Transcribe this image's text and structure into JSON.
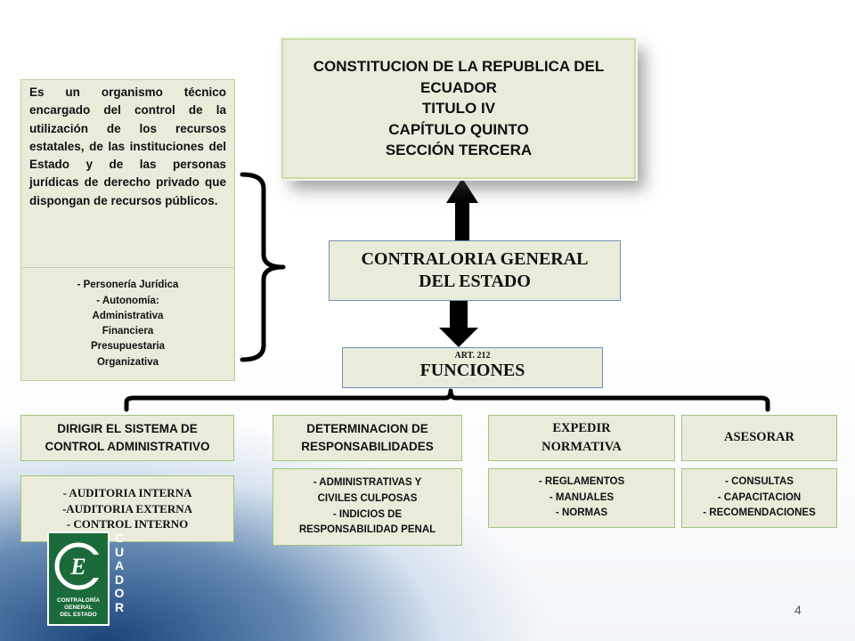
{
  "constitucion": {
    "lines": [
      "CONSTITUCION DE LA REPUBLICA DEL",
      "ECUADOR",
      "TITULO IV",
      "CAPÍTULO QUINTO",
      "SECCIÓN TERCERA"
    ]
  },
  "definicion": {
    "text": "Es un organismo técnico encargado del control de la utilización de los recursos estatales, de las instituciones del Estado y de las personas jurídicas de derecho privado que dispongan de recursos públicos.",
    "items": [
      "- Personería Jurídica",
      "- Autonomía:",
      "Administrativa",
      "Financiera",
      "Presupuestaria",
      "Organizativa"
    ]
  },
  "contraloria": {
    "lines": [
      "CONTRALORIA GENERAL",
      "DEL ESTADO"
    ]
  },
  "funciones": {
    "art": "ART. 212",
    "title": "FUNCIONES"
  },
  "ramas": [
    {
      "title": [
        "DIRIGIR EL SISTEMA DE",
        "CONTROL ADMINISTRATIVO"
      ],
      "items": [
        "- AUDITORIA INTERNA",
        "-AUDITORIA EXTERNA",
        "- CONTROL INTERNO"
      ]
    },
    {
      "title": [
        "DETERMINACION DE",
        "RESPONSABILIDADES"
      ],
      "items": [
        "- ADMINISTRATIVAS Y",
        "CIVILES CULPOSAS",
        "- INDICIOS DE",
        "RESPONSABILIDAD PENAL"
      ]
    },
    {
      "title": [
        "EXPEDIR",
        "NORMATIVA"
      ],
      "items": [
        "- REGLAMENTOS",
        "- MANUALES",
        "- NORMAS"
      ]
    },
    {
      "title": [
        "ASESORAR"
      ],
      "items": [
        "- CONSULTAS",
        "- CAPACITACION",
        "- RECOMENDACIONES"
      ]
    }
  ],
  "logo": {
    "text": [
      "CONTRALORÍA",
      "GENERAL",
      "DEL ESTADO"
    ],
    "side": [
      "C",
      "U",
      "A",
      "D",
      "O",
      "R"
    ],
    "colors": {
      "green": "#1b6b3a",
      "navy": "#113a73"
    }
  },
  "page_number": "4"
}
